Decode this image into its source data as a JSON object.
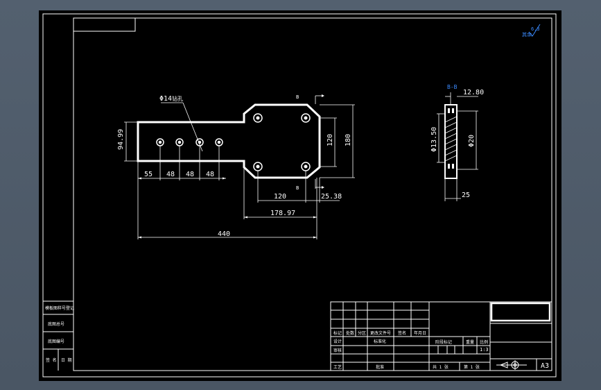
{
  "drawing": {
    "dimensions": {
      "hole_callout": "Φ14",
      "hole_callout_suffix": "钻孔",
      "height": "94.99",
      "spacing_1": "55",
      "spacing_2": "48",
      "spacing_3": "48",
      "spacing_4": "48",
      "hole_pitch_v": "120",
      "head_height": "180",
      "hole_pitch_h": "120",
      "right_offset": "25.38",
      "head_length": "178.97",
      "overall_length": "440"
    },
    "section": {
      "marker": "B",
      "title": "B-B",
      "thickness_top": "12.80",
      "bore_diameter": "Φ13.50",
      "outer_diameter": "Φ20",
      "thickness": "25"
    },
    "roughness": {
      "label": "其余",
      "value": "6.3"
    },
    "side_block": [
      "模板图样号登记",
      "底图总号",
      "底图编号",
      "签 名",
      "日 期"
    ],
    "title_block": {
      "rev_headers": [
        "标记",
        "处数",
        "分区",
        "更改文件号",
        "签名",
        "年月日"
      ],
      "roles": [
        "设计",
        "审核",
        "工艺"
      ],
      "std": "标准化",
      "approve": "批准",
      "stage_headers": [
        "阶段标记",
        "重量",
        "比例"
      ],
      "scale": "1:3",
      "sheet_total": "共 1 张",
      "sheet_no": "第 1 张",
      "sheet_size": "A3"
    }
  }
}
